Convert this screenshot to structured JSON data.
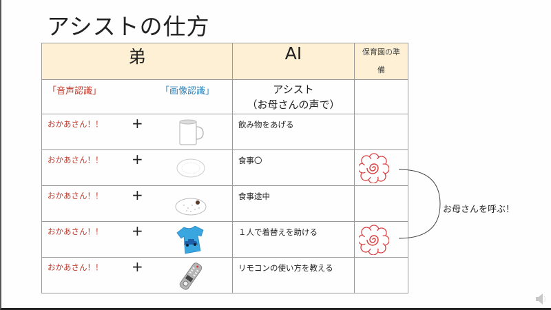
{
  "slide": {
    "title": "アシストの仕方",
    "table": {
      "headers": {
        "brother": "弟",
        "ai": "AI",
        "nursery": "保育園の準備"
      },
      "subheaders": {
        "voice_recognition": "「音声認識」",
        "image_recognition": "「画像認識」",
        "assist_line1": "アシスト",
        "assist_line2": "（お母さんの声で）"
      },
      "rows": [
        {
          "call": "おかあさん！！",
          "plus": "+",
          "image": "mug-icon",
          "action": "飲み物をあげる",
          "stamp": ""
        },
        {
          "call": "おかあさん！！",
          "plus": "+",
          "image": "empty-plate-icon",
          "action": "食事〇",
          "stamp": "flower-stamp"
        },
        {
          "call": "おかあさん！！",
          "plus": "+",
          "image": "plate-with-food-icon",
          "action": "食事途中",
          "stamp": ""
        },
        {
          "call": "おかあさん！！",
          "plus": "+",
          "image": "tshirt-car-icon",
          "action": "１人で着替えを助ける",
          "stamp": "flower-stamp"
        },
        {
          "call": "おかあさん！！",
          "plus": "+",
          "image": "remote-control-icon",
          "action": "リモコンの使い方を教える",
          "stamp": ""
        }
      ]
    },
    "callout": "お母さんを呼ぶ！",
    "colors": {
      "header_bg": "#fdf0d5",
      "voice_red": "#c0392b",
      "image_blue": "#2980b9",
      "stamp_red": "#d94040",
      "tshirt_blue": "#3aa6e0"
    }
  },
  "controls": {
    "audio": "speaker-icon"
  }
}
